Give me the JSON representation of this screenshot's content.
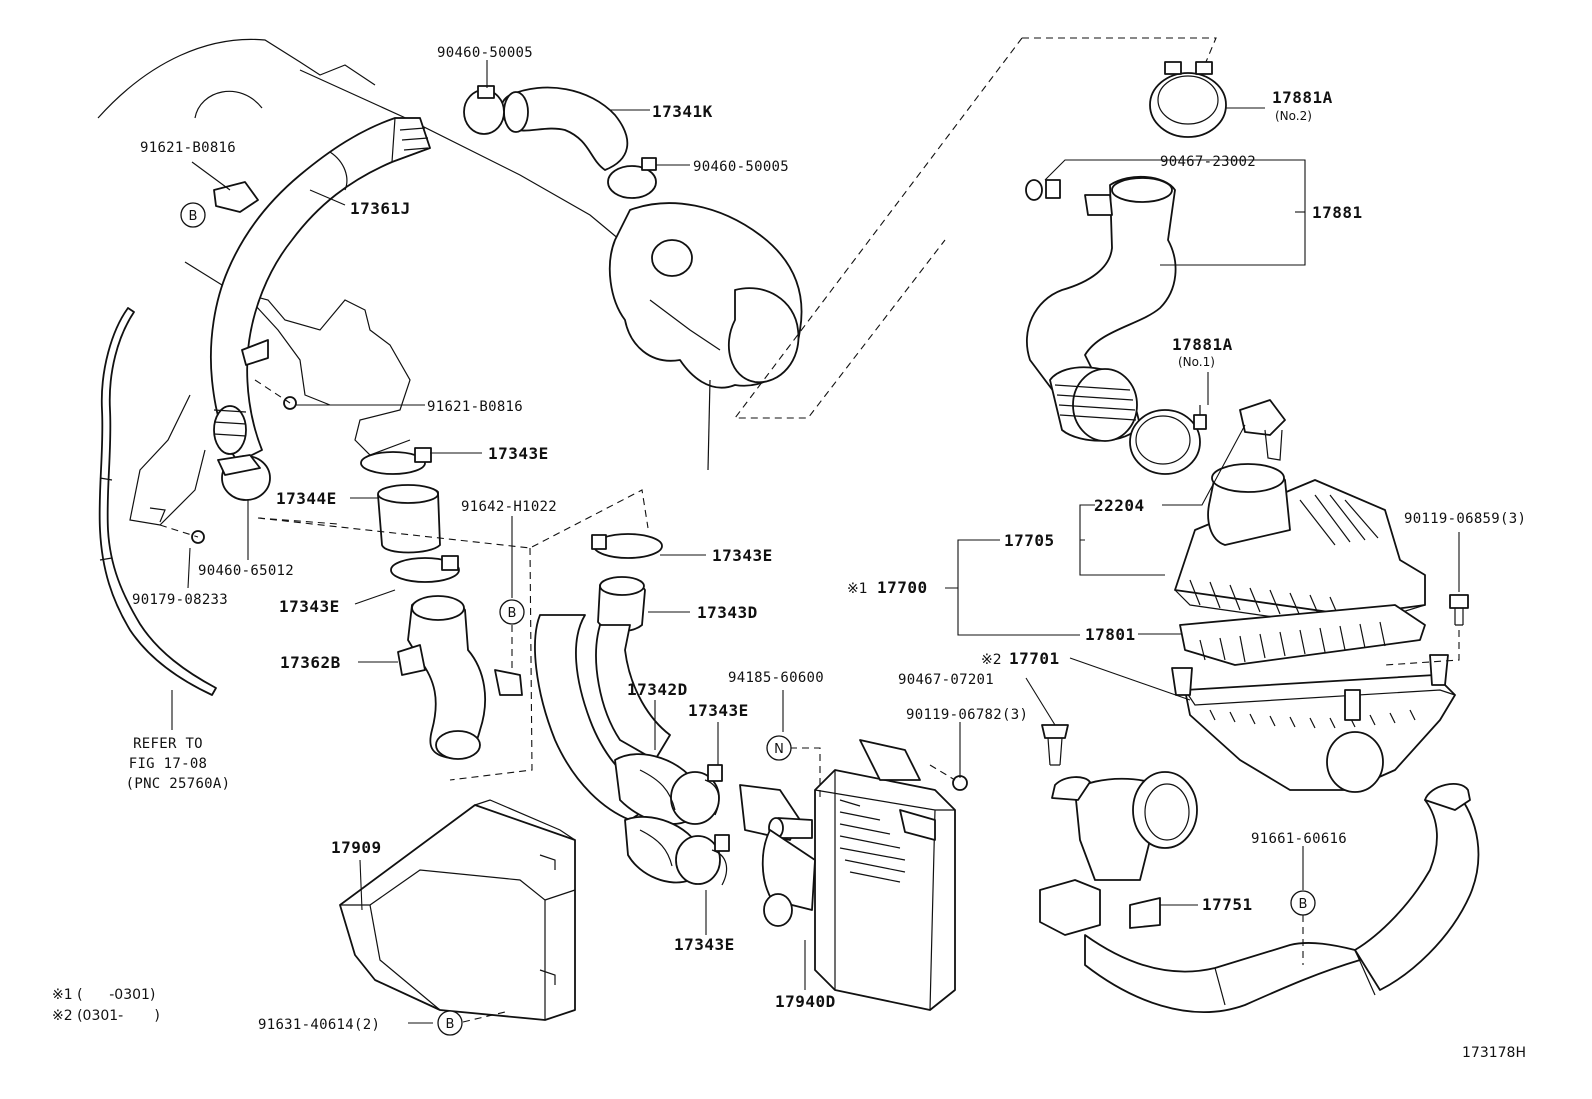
{
  "labels": {
    "l_90460_50005_a": "90460-50005",
    "l_17341K": "17341K",
    "l_90460_50005_b": "90460-50005",
    "l_91621_B0816_a": "91621-B0816",
    "l_17361J": "17361J",
    "l_91621_B0816_b": "91621-B0816",
    "l_17343E_a": "17343E",
    "l_17344E": "17344E",
    "l_91642_H1022": "91642-H1022",
    "l_17343E_b": "17343E",
    "l_90460_65012": "90460-65012",
    "l_90179_08233": "90179-08233",
    "l_17343E_c": "17343E",
    "l_17343D": "17343D",
    "l_17362B": "17362B",
    "l_94185_60600": "94185-60600",
    "l_17342D": "17342D",
    "l_17343E_d": "17343E",
    "l_17909": "17909",
    "l_17343E_e": "17343E",
    "l_17940D": "17940D",
    "l_91631_40614": "91631-40614(2)",
    "l_17881A_top": "17881A",
    "l_17881A_top_sub": "(No.2)",
    "l_90467_23002": "90467-23002",
    "l_17881": "17881",
    "l_17881A_mid": "17881A",
    "l_17881A_mid_sub": "(No.1)",
    "l_22204": "22204",
    "l_17705": "17705",
    "l_90119_06859": "90119-06859(3)",
    "l_17700_mark": "※1",
    "l_17700": "17700",
    "l_17801": "17801",
    "l_17701_mark": "※2",
    "l_17701": "17701",
    "l_90467_07201": "90467-07201",
    "l_90119_06782": "90119-06782(3)",
    "l_91661_60616": "91661-60616",
    "l_17751": "17751"
  },
  "refer": {
    "line1": "REFER TO",
    "line2": "FIG 17-08",
    "line3": "(PNC 25760A)"
  },
  "notes": {
    "n1": "※1 (      -0301)",
    "n2": "※2 (0301-       )"
  },
  "markers": {
    "b1": "B",
    "b2": "B",
    "b3": "B",
    "b4": "B",
    "n": "N"
  },
  "figure_id": "173178H"
}
